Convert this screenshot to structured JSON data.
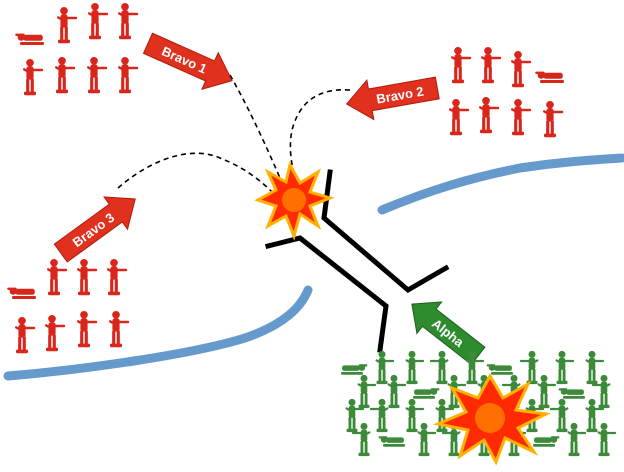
{
  "diagram": {
    "labels": {
      "bravo1": "Bravo 1",
      "bravo2": "Bravo 2",
      "bravo3": "Bravo 3",
      "alpha": "Alpha"
    },
    "colors": {
      "enemy": "#d9261c",
      "friendly": "#3c8a3a",
      "arrow_red": "#e0301e",
      "arrow_green": "#2e8b2e",
      "river": "#6699cc",
      "explosion_fill": "#ff2a00",
      "explosion_core": "#ffb000",
      "bridge": "#000000",
      "path": "#000000"
    },
    "icons": [
      "soldier-figure-icon",
      "explosion-icon",
      "bridge-icon",
      "river-icon",
      "direction-arrow-icon"
    ]
  }
}
